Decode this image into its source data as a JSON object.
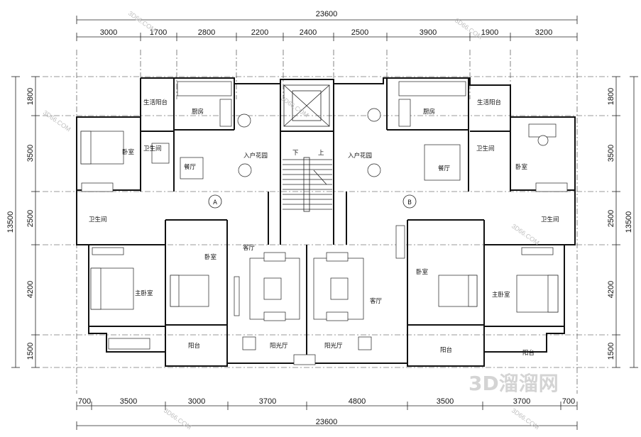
{
  "dimensions": {
    "top_total": "23600",
    "top_segments": [
      "3000",
      "1700",
      "2800",
      "2200",
      "2400",
      "2500",
      "3900",
      "1900",
      "3200"
    ],
    "bottom_total": "23600",
    "bottom_segments": [
      "700",
      "3500",
      "3000",
      "3700",
      "4800",
      "3500",
      "3700",
      "700"
    ],
    "left_segments": [
      "1800",
      "3500",
      "2500",
      "4200",
      "1500"
    ],
    "left_total": "13500",
    "right_segments": [
      "1800",
      "3500",
      "2500",
      "4200",
      "1500"
    ],
    "right_total": "13500"
  },
  "axis_labels": {
    "a": "A",
    "b": "B"
  },
  "stair_labels": {
    "down": "下",
    "up": "上"
  },
  "rooms": {
    "left": {
      "laundry_balcony": "生活阳台",
      "kitchen": "厨房",
      "entry_garden": "入户花园",
      "bedroom_top": "卧室",
      "bathroom_top": "卫生间",
      "dining": "餐厅",
      "bathroom_side": "卫生间",
      "bedroom_mid": "卧室",
      "living": "客厅",
      "master_bedroom": "主卧室",
      "balcony": "阳台",
      "sun_hall": "阳光厅"
    },
    "right": {
      "laundry_balcony": "生活阳台",
      "kitchen": "厨房",
      "entry_garden": "入户花园",
      "bathroom_top": "卫生间",
      "dining": "餐厅",
      "bedroom_top": "卧室",
      "bathroom_side": "卫生间",
      "bedroom_mid": "卧室",
      "living": "客厅",
      "master_bedroom": "主卧室",
      "balcony": "阳台",
      "sun_hall": "阳光厅"
    }
  },
  "watermark": {
    "logo_text": "3D溜溜网",
    "site_text": "3D66.COM"
  }
}
